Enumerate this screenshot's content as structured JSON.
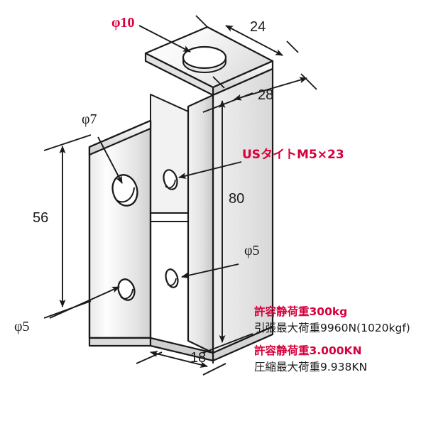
{
  "drawing": {
    "title_visible": false,
    "subject": "U-shaped mounting bracket isometric technical drawing",
    "colors": {
      "line": "#1a1a1a",
      "accent_red": "#d6003c",
      "metal_light": "#fdfdfd",
      "metal_mid": "#e4e4e4",
      "metal_dark": "#c9c9c9",
      "background": "#ffffff"
    }
  },
  "labels": {
    "phi10": "φ10",
    "dim24": "24",
    "dim28": "28",
    "screw_note": "USタイトM5×23",
    "phi7": "φ7",
    "dim80": "80",
    "phi5_right": "φ5",
    "dim56": "56",
    "phi5_left": "φ5",
    "dim18": "18"
  },
  "specs": {
    "line1": "許容静荷重300kg",
    "line2": "引張最大荷重9960N(1020kgf)",
    "line3": "許容静荷重3.000KN",
    "line4": "圧縮最大荷重9.938KN"
  }
}
